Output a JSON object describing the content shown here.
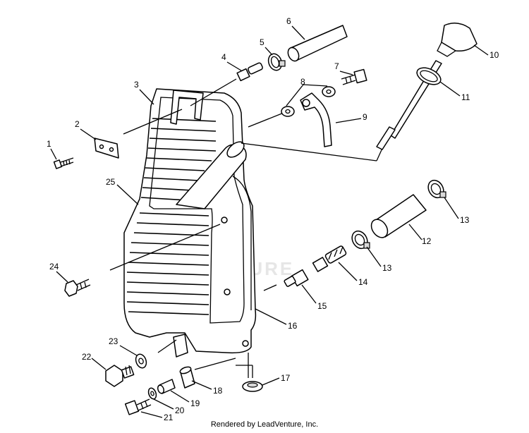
{
  "footer": {
    "text": "Rendered by LeadVenture, Inc."
  },
  "watermark": {
    "text": "VENTURE"
  },
  "callouts": [
    {
      "id": "1",
      "label": "1",
      "part": "bolt"
    },
    {
      "id": "2",
      "label": "2",
      "part": "bracket"
    },
    {
      "id": "3",
      "label": "3",
      "part": "tank-strap"
    },
    {
      "id": "4",
      "label": "4",
      "part": "fitting"
    },
    {
      "id": "5",
      "label": "5",
      "part": "hose-clamp"
    },
    {
      "id": "6",
      "label": "6",
      "part": "hose"
    },
    {
      "id": "7",
      "label": "7",
      "part": "screw"
    },
    {
      "id": "8",
      "label": "8",
      "part": "washer"
    },
    {
      "id": "9",
      "label": "9",
      "part": "vent-tube"
    },
    {
      "id": "10",
      "label": "10",
      "part": "dipstick-cap"
    },
    {
      "id": "11",
      "label": "11",
      "part": "o-ring"
    },
    {
      "id": "12",
      "label": "12",
      "part": "hose"
    },
    {
      "id": "13",
      "label": "13",
      "part": "hose-clamp"
    },
    {
      "id": "14",
      "label": "14",
      "part": "fitting"
    },
    {
      "id": "15",
      "label": "15",
      "part": "fitting"
    },
    {
      "id": "16",
      "label": "16",
      "part": "oil-tank"
    },
    {
      "id": "17",
      "label": "17",
      "part": "grommet"
    },
    {
      "id": "18",
      "label": "18",
      "part": "bushing"
    },
    {
      "id": "19",
      "label": "19",
      "part": "spacer"
    },
    {
      "id": "20",
      "label": "20",
      "part": "washer"
    },
    {
      "id": "21",
      "label": "21",
      "part": "bolt"
    },
    {
      "id": "22",
      "label": "22",
      "part": "drain-plug"
    },
    {
      "id": "23",
      "label": "23",
      "part": "washer"
    },
    {
      "id": "24",
      "label": "24",
      "part": "bolt"
    },
    {
      "id": "25",
      "label": "25",
      "part": "tank-body"
    }
  ]
}
